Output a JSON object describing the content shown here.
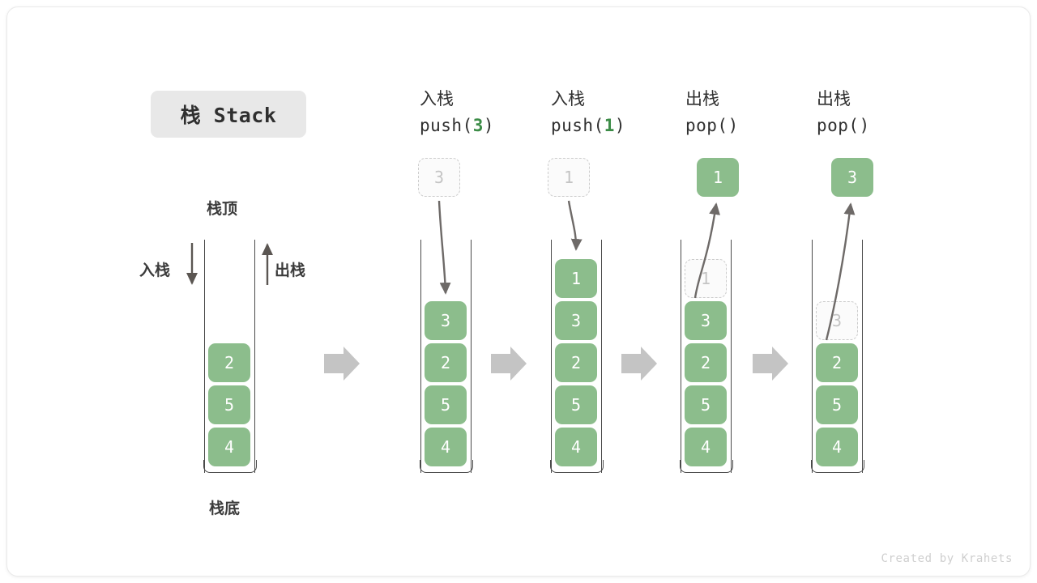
{
  "title_chip": {
    "label": "栈 Stack"
  },
  "legend": {
    "top_label": "栈顶",
    "bottom_label": "栈底",
    "push_label": "入栈",
    "pop_label": "出栈"
  },
  "credit": {
    "text": "Created by Krahets"
  },
  "colors": {
    "element_fill": "#8cbd8c",
    "element_text": "#ffffff",
    "ghost_border": "#cccccc",
    "ghost_text": "#c4c4c4",
    "container_stroke": "#4a4a4a",
    "arrow_gray": "#6e6a68",
    "transition_arrow": "#c4c4c4",
    "chip_bg": "#e8e8e8",
    "accent_green": "#3c8c47"
  },
  "columns": [
    {
      "id": "initial",
      "head_cn": "",
      "head_code": "",
      "head_arg": "",
      "float_box": null,
      "stack": [
        {
          "value": "2",
          "state": "filled"
        },
        {
          "value": "5",
          "state": "filled"
        },
        {
          "value": "4",
          "state": "filled"
        }
      ]
    },
    {
      "id": "push-3",
      "head_cn": "入栈",
      "head_code_pre": "push(",
      "head_arg": "3",
      "head_code_post": ")",
      "float_box": {
        "value": "3",
        "state": "ghost"
      },
      "stack": [
        {
          "value": "3",
          "state": "filled"
        },
        {
          "value": "2",
          "state": "filled"
        },
        {
          "value": "5",
          "state": "filled"
        },
        {
          "value": "4",
          "state": "filled"
        }
      ]
    },
    {
      "id": "push-1",
      "head_cn": "入栈",
      "head_code_pre": "push(",
      "head_arg": "1",
      "head_code_post": ")",
      "float_box": {
        "value": "1",
        "state": "ghost"
      },
      "stack": [
        {
          "value": "1",
          "state": "filled"
        },
        {
          "value": "3",
          "state": "filled"
        },
        {
          "value": "2",
          "state": "filled"
        },
        {
          "value": "5",
          "state": "filled"
        },
        {
          "value": "4",
          "state": "filled"
        }
      ]
    },
    {
      "id": "pop-1",
      "head_cn": "出栈",
      "head_code_pre": "pop(",
      "head_arg": "",
      "head_code_post": ")",
      "float_box": {
        "value": "1",
        "state": "filled"
      },
      "stack": [
        {
          "value": "1",
          "state": "ghost"
        },
        {
          "value": "3",
          "state": "filled"
        },
        {
          "value": "2",
          "state": "filled"
        },
        {
          "value": "5",
          "state": "filled"
        },
        {
          "value": "4",
          "state": "filled"
        }
      ]
    },
    {
      "id": "pop-2",
      "head_cn": "出栈",
      "head_code_pre": "pop(",
      "head_arg": "",
      "head_code_post": ")",
      "float_box": {
        "value": "3",
        "state": "filled"
      },
      "stack": [
        {
          "value": "3",
          "state": "ghost"
        },
        {
          "value": "2",
          "state": "filled"
        },
        {
          "value": "5",
          "state": "filled"
        },
        {
          "value": "4",
          "state": "filled"
        }
      ]
    }
  ]
}
